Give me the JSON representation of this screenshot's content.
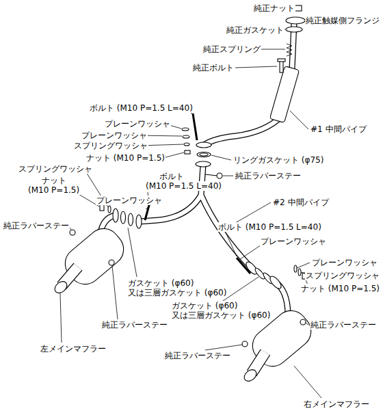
{
  "diagram": {
    "labels": [
      "純正ナット",
      "純正触媒側フランジ",
      "純正ガスケット",
      "純正スプリング",
      "純正ボルト",
      "#1 中間パイプ",
      "ボルト (M10 P=1.5 L=40)",
      "プレーンワッシャ",
      "プレーンワッシャ",
      "スプリングワッシャ",
      "ナット (M10 P=1.5)",
      "スプリングワッシャ",
      "ナット",
      "(M10 P=1.5)",
      "ボルト",
      "(M10 P=1.5 L=40)",
      "プレーンワッシャ",
      "リングガスケット (φ75)",
      "純正ラバーステー",
      "純正ラバーステー",
      "#2 中間パイプ",
      "ボルト (M10 P=1.5 L=40)",
      "プレーンワッシャ",
      "ガスケット (φ60)",
      "又は三層ガスケット (φ60)",
      "プレーンワッシャ",
      "スプリングワッシャ",
      "ナット (M10 P=1.5)",
      "ガスケット (φ60)",
      "又は三層ガスケット (φ60)",
      "純正ラバーステー",
      "純正ラバーステー",
      "左メインマフラー",
      "純正ラバーステー",
      "右メインマフラー"
    ]
  }
}
